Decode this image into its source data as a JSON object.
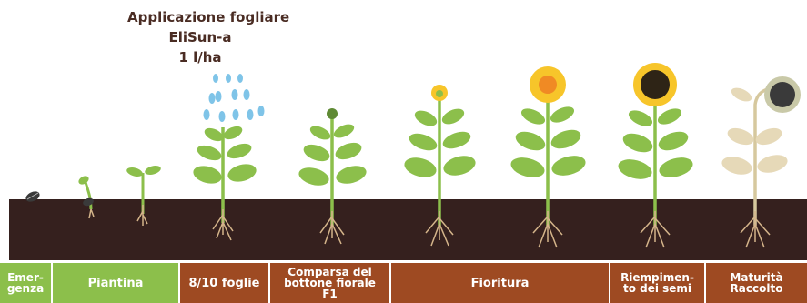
{
  "application": {
    "line1": "Applicazione fogliare",
    "line2": "EliSun-a",
    "line3": "1 l/ha"
  },
  "colors": {
    "soil": "#35201e",
    "stage_green": "#8cbf4b",
    "stage_brown": "#9e4a22",
    "leaf": "#8cbf4b",
    "leaf_dark": "#6ea63b",
    "root": "#d4b48a",
    "drop": "#7fc4e8",
    "petal": "#f7c52a",
    "dry_leaf": "#e6d9b8"
  },
  "stages": [
    {
      "label": "Emer-\ngenza"
    },
    {
      "label": "Piantina"
    },
    {
      "label": "8/10 foglie"
    },
    {
      "label": "Comparsa del\nbottone fiorale\nF1"
    },
    {
      "label": "Fioritura"
    },
    {
      "label": "Riempimen-\nto dei semi"
    },
    {
      "label": "Maturità\nRaccolto"
    }
  ]
}
